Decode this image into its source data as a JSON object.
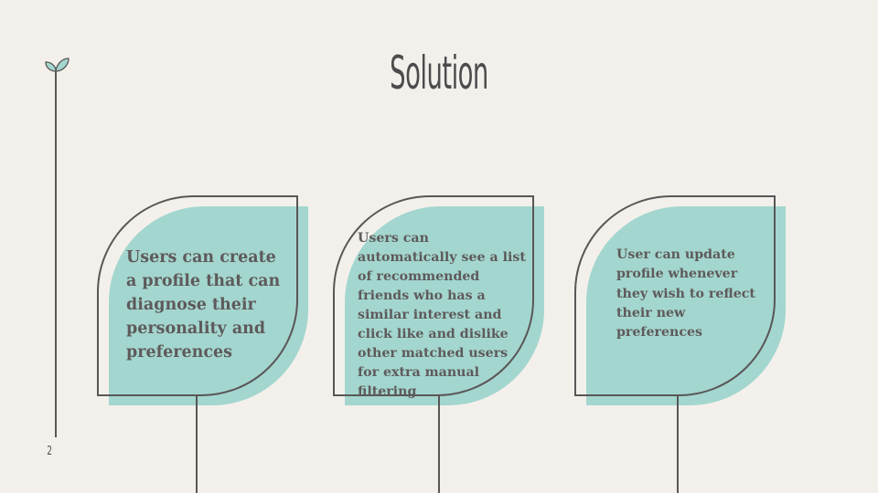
{
  "slide": {
    "title": "Solution",
    "page_number": "2"
  },
  "colors": {
    "background": "#f3f0ec",
    "leaf_fill": "#a3d6ce",
    "outline": "#5a5657",
    "text": "#5e5a5b"
  },
  "icons": {
    "sprout": "sprout-icon"
  },
  "cards": [
    {
      "text": "Users can create a profile that can diagnose their personality and preferences"
    },
    {
      "text": "Users can automatically see a list of recommended friends who has a similar interest and click like and dislike other matched users for extra manual filtering"
    },
    {
      "text": "User can update profile whenever they wish to reflect their new preferences"
    }
  ]
}
